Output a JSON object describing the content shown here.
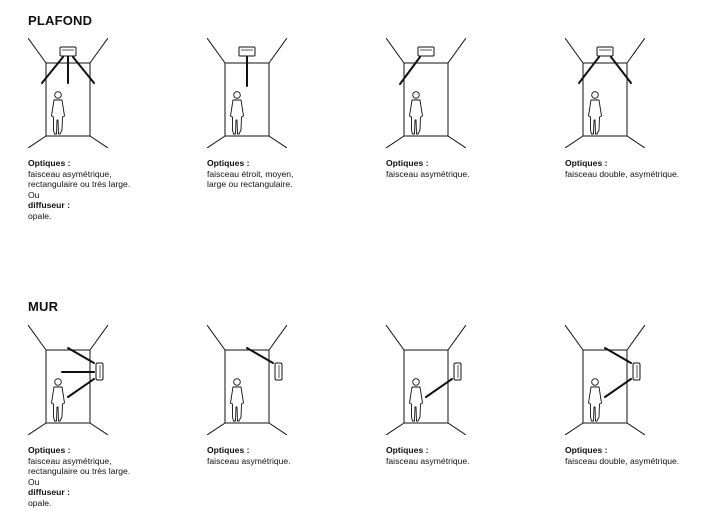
{
  "sections": [
    {
      "title": "PLAFOND",
      "panels": [
        {
          "label": "Optiques :",
          "text": "faisceau asymétrique,\nrectangulaire ou très large.",
          "or": "Ou",
          "label2": "diffuseur :",
          "text2": "opale."
        },
        {
          "label": "Optiques :",
          "text": "faisceau étroit, moyen,\nlarge ou rectangulaire."
        },
        {
          "label": "Optiques :",
          "text": "faisceau asymétrique."
        },
        {
          "label": "Optiques :",
          "text": "faisceau double, asymétrique."
        }
      ]
    },
    {
      "title": "MUR",
      "panels": [
        {
          "label": "Optiques :",
          "text": "faisceau asymétrique,\nrectangulaire ou très large.",
          "or": "Ou",
          "label2": "diffuseur :",
          "text2": "opale."
        },
        {
          "label": "Optiques :",
          "text": "faisceau asymétrique."
        },
        {
          "label": "Optiques :",
          "text": "faisceau asymétrique."
        },
        {
          "label": "Optiques :",
          "text": "faisceau double, asymétrique."
        }
      ]
    }
  ]
}
